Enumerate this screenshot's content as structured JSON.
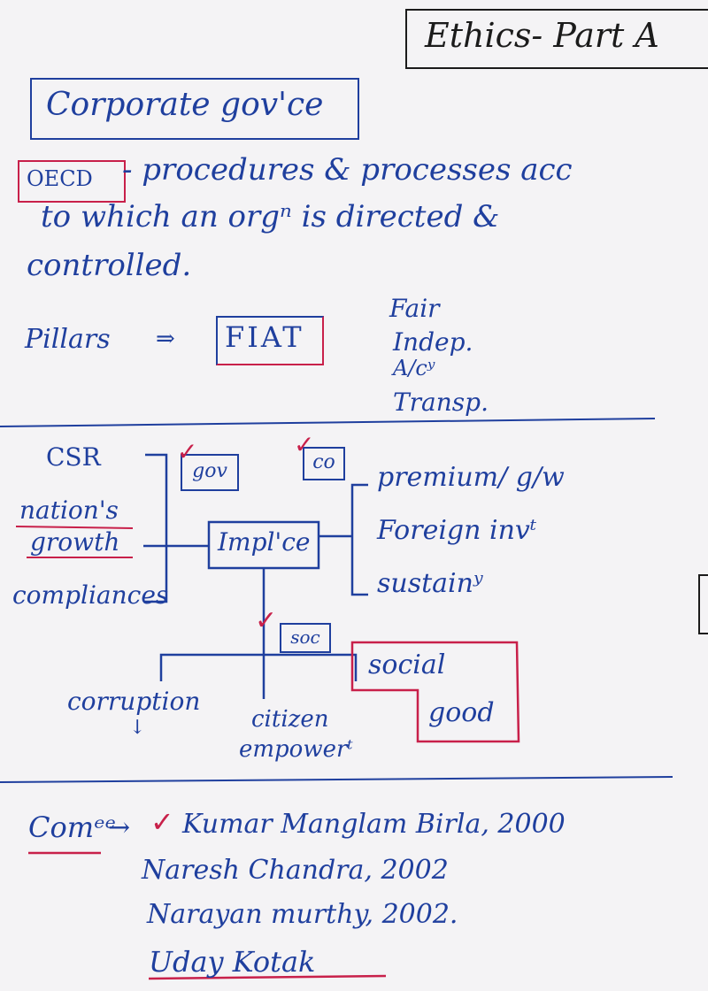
{
  "header": {
    "title": "Ethics- Part A"
  },
  "corporate": {
    "heading": "Corporate gov'ce",
    "oecd_label": "OECD",
    "definition_line1": "- procedures & processes acc",
    "definition_line2": "to which an orgⁿ is directed &",
    "definition_line3": "controlled.",
    "pillars_label": "Pillars",
    "pillars_arrow": "⇒",
    "pillars_acronym": "FIAT",
    "pillars": [
      "Fair",
      "Indep.",
      "A/cʸ",
      "Transp."
    ]
  },
  "diagram": {
    "center": "Impl'ce",
    "left": [
      "CSR",
      "nation's",
      "growth",
      "compliances"
    ],
    "tags": {
      "gov": "gov",
      "co": "co",
      "soc": "soc"
    },
    "right": [
      "premium/ g/w",
      "Foreign invᵗ",
      "sustainʸ"
    ],
    "bottom": {
      "corruption": "corruption",
      "corruption_arrow": "↓",
      "citizen": "citizen",
      "empowert": "empowerᵗ",
      "social": "social",
      "good": "good"
    },
    "check": "✓"
  },
  "committees": {
    "label": "Comᵉᵉ",
    "arrow": "→",
    "items": [
      "Kumar Manglam Birla, 2000",
      "Naresh Chandra, 2002",
      "Narayan murthy, 2002.",
      "Uday Kotak"
    ]
  },
  "colors": {
    "ink_blue": "#1f3f9e",
    "ink_red": "#c8204a",
    "ink_black": "#1b1b1b",
    "paper": "#f4f3f5"
  }
}
